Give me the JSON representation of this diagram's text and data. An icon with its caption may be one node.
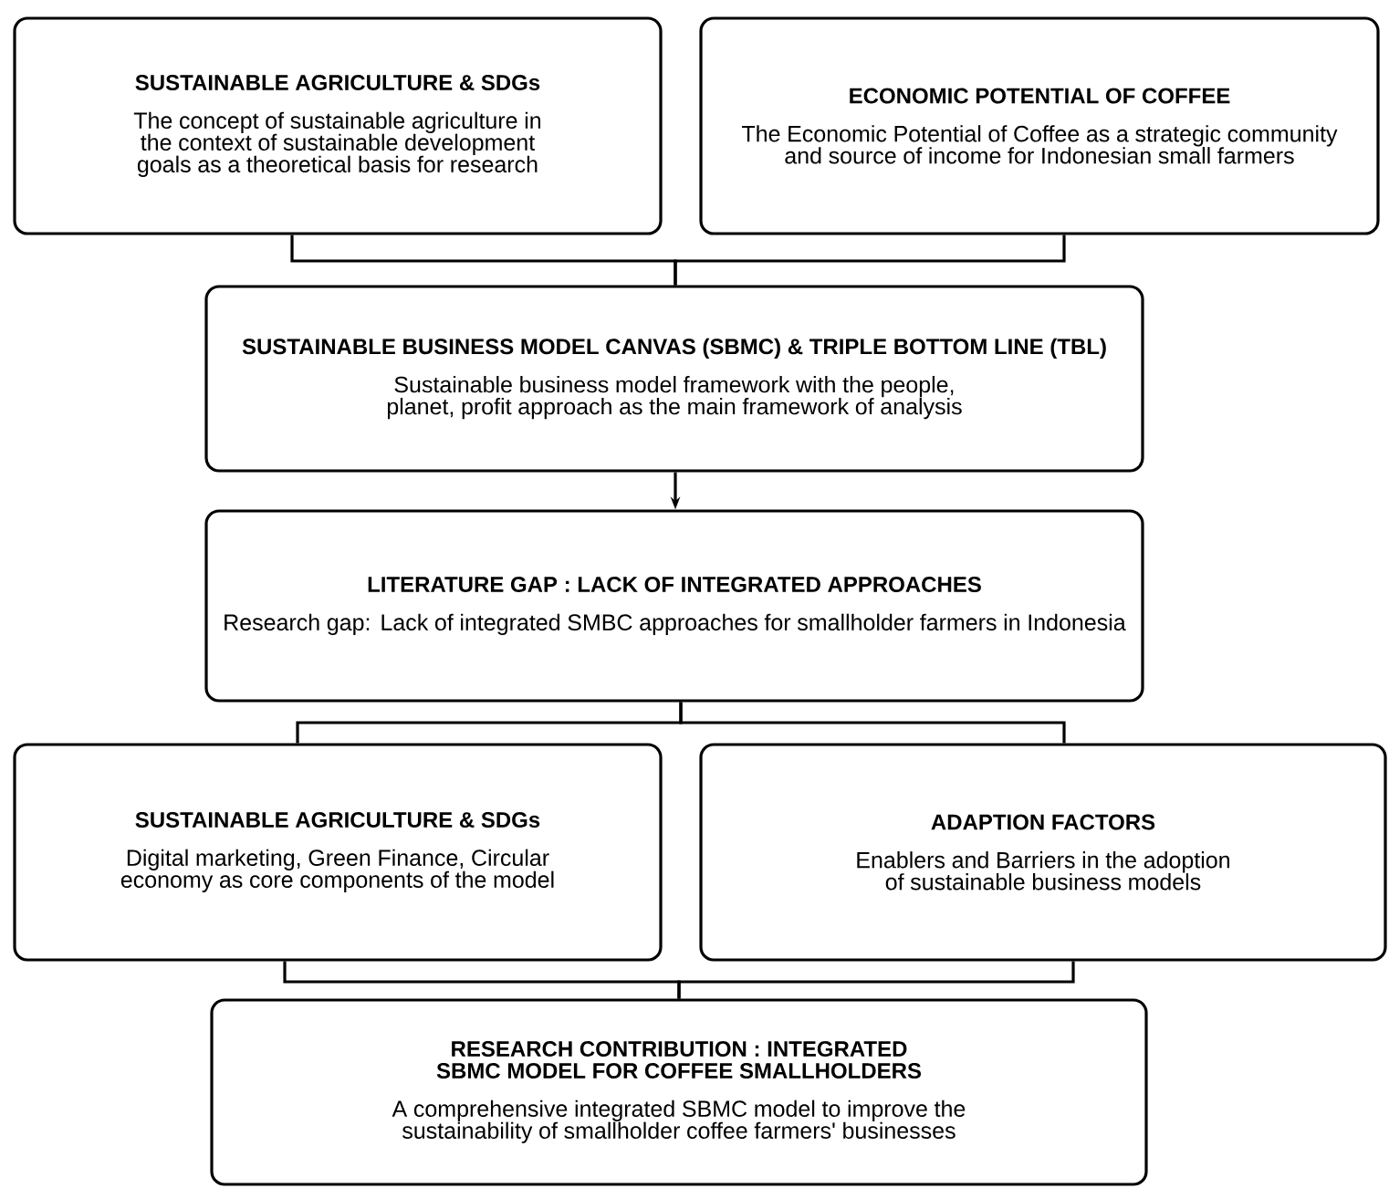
{
  "diagram": {
    "nodes": [
      {
        "text": [
          "SUSTAINABLE AGRICULTURE & SDGs",
          "The concept of sustainable agriculture in the context of sustainable development goals as a theoretical basis for research"
        ]
      },
      {
        "text": [
          "ECONOMIC POTENTIAL OF COFFEE",
          "The Economic Potential of Coffee as a strategic community and source of income for Indonesian small farmers"
        ]
      },
      {
        "text": [
          "SUSTAINABLE BUSINESS MODEL CANVAS (SBMC) & TRIPLE BOTTOM LINE (TBL)",
          "Sustainable business model framework with the people, planet, profit approach as the main framework of analysis"
        ]
      },
      {
        "text": [
          "LITERATURE GAP : LACK OF INTEGRATED APPROACHES",
          "Research gap: Lack of integrated SMBC approaches for smallholder farmers in Indonesia"
        ]
      },
      {
        "text": [
          "SUSTAINABLE AGRICULTURE & SDGs",
          "Digital marketing, Green Finance, Circular economy as core components of the model"
        ]
      },
      {
        "text": [
          "ADAPTION FACTORS",
          "Enablers and Barriers in the adoption of sustainable business models"
        ]
      },
      {
        "text": [
          "RESEARCH CONTRIBUTION : INTEGRATED SBMC MODEL FOR COFFEE SMALLHOLDERS",
          "A comprehensive integrated SBMC model to improve the sustainability of smallholder coffee farmers' businesses"
        ]
      }
    ],
    "edges": [
      {
        "from": 0,
        "to": 2,
        "arrow": "none"
      },
      {
        "from": 1,
        "to": 2,
        "arrow": "none"
      },
      {
        "from": 2,
        "to": 3,
        "arrow": "to"
      },
      {
        "from": 3,
        "to": 4,
        "arrow": "none"
      },
      {
        "from": 3,
        "to": 5,
        "arrow": "none"
      },
      {
        "from": 4,
        "to": 6,
        "arrow": "none"
      },
      {
        "from": 5,
        "to": 6,
        "arrow": "none"
      }
    ]
  }
}
